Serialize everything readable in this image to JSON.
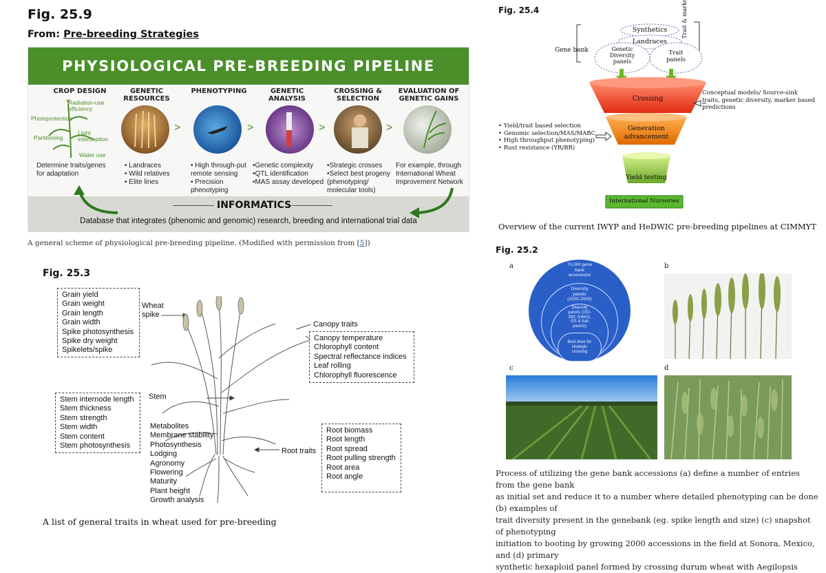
{
  "fig259": {
    "title": "Fig. 25.9",
    "from_prefix": "From:",
    "from_link": "Pre-breeding Strategies",
    "banner": "PHYSIOLOGICAL PRE-BREEDING PIPELINE",
    "columns": [
      {
        "head": "CROP DESIGN",
        "body": "Determine traits/genes\nfor adaptation"
      },
      {
        "head": "GENETIC RESOURCES",
        "body": "• Landraces\n• Wild relatives\n• Elite lines"
      },
      {
        "head": "PHENOTYPING",
        "body": "• High through-put\n  remote sensing\n• Precision\n  phenotyping"
      },
      {
        "head": "GENETIC ANALYSIS",
        "body": "•Genetic complexity\n•QTL identification\n•MAS assay developed"
      },
      {
        "head": "CROSSING &\nSELECTION",
        "body": "•Strategic crosses\n•Select best progeny\n (phenotyping/\n molecular tools)"
      },
      {
        "head": "EVALUATION OF\nGENETIC GAINS",
        "body": "For example, through\nInternational Wheat\nImprovement Network"
      }
    ],
    "plant_labels": {
      "radiation": "Radiation-use\nefficiency",
      "photoprotection": "Photoprotection",
      "light": "Light\ninterception",
      "partitioning": "Partitioning",
      "water": "Water use"
    },
    "informatics_title": "INFORMATICS",
    "informatics_text": "Database that integrates (phenomic and genomic) research, breeding and international trial data",
    "caption_pre": "A general scheme of physiological pre-breeding pipeline. (Modified with permission from [",
    "caption_ref": "5",
    "caption_post": "])"
  },
  "fig253": {
    "title": "Fig. 25.3",
    "spike_box": "Grain yield\nGrain weight\nGrain length\nGrain width\nSpike photosynthesis\nSpike dry weight\nSpikelets/spike",
    "wheat_spike_label": "Wheat\nspike",
    "canopy_label": "Canopy traits",
    "canopy_box": "Canopy temperature\nChlorophyll content\nSpectral reflectance indices\nLeaf rolling\nChlorophyll fluorescence",
    "stem_box": "Stem internode length\nStem thickness\nStem strength\nStem width\nStem content\nStem photosynthesis",
    "stem_label": "Stem",
    "other_list": "Metabolites\nMembrane stability\nPhotosynthesis\nLodging\nAgronomy\nFlowering\nMaturity\nPlant height\nGrowth analysis",
    "root_label": "Root traits",
    "root_box": "Root biomass\nRoot length\nRoot spread\nRoot pulling strength\nRoot area\nRoot angle",
    "caption": "A list of general traits in wheat used for pre-breeding"
  },
  "fig254": {
    "title": "Fig. 25.4",
    "gene_bank": "Gene bank",
    "synthetics": "Synthetics",
    "landraces": "Landraces",
    "genetic_diversity": "Genetic\nDiversity\npanels",
    "trait_panels": "Trait\npanels",
    "trait_discovery": "Trait & marker discovery",
    "crossing": "Crossing",
    "generation": "Generation\nadvancement",
    "yield": "Yield testing",
    "nurseries": "International Nurseries",
    "right_note": "Conceptual models/ Source-sink\ntraits, genetic diversity, marker based\npredictions",
    "left_notes": "• Yield/trait based selection\n• Genomic selection/MAS/MABC\n• High throughput phenotyping)\n• Rust resistance (YR/BR)",
    "caption": "Overview of the current IWYP and HeDWIC pre-breeding pipelines at CIMMYT"
  },
  "fig252": {
    "title": "Fig. 25.2",
    "panel_labels": [
      "a",
      "b",
      "c",
      "d"
    ],
    "circle_outer": "70,000 gene\nbank\naccessions",
    "circle_2": "Diversity\npanels\n(1500-2000)",
    "circle_3": "Diversity\npanels (150-\n300; GWAS,\nGS & trait\npanels)",
    "circle_4": "Best lines for\nstrategic\ncrossing",
    "caption_lines": [
      "Process of utilizing the gene bank accessions (a) define a number of entries from the gene bank",
      "as initial set and reduce it to a number where detailed phenotyping can be done (b) examples of",
      "trait diversity present in the genebank (eg. spike length and size) (c) snapshot of phenotyping",
      "initiation to booting by growing 2000 accessions in the field at Sonora, Mexico, and (d) primary",
      "synthetic hexaploid panel formed by crossing durum wheat with Aegilopsis"
    ]
  },
  "colors": {
    "banner_green": "#4a8f2a",
    "link_blue": "#1a5a96"
  }
}
